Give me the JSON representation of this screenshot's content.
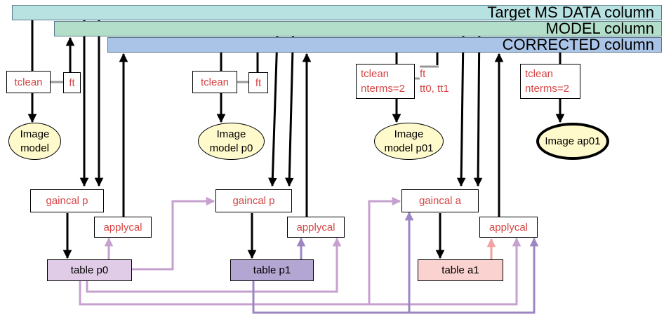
{
  "columns": {
    "target": "Target MS DATA column",
    "model": "MODEL column",
    "corrected": "CORRECTED column"
  },
  "steps": {
    "tclean_1": "tclean",
    "ft_1": "ft",
    "tclean_2": "tclean",
    "ft_2": "ft",
    "tclean_3_line1": "tclean",
    "tclean_3_line2": "nterms=2",
    "ft_3_line1": "ft",
    "ft_3_line2": "tt0, tt1",
    "tclean_4_line1": "tclean",
    "tclean_4_line2": "nterms=2",
    "gaincal_p_1": "gaincal p",
    "gaincal_p_2": "gaincal p",
    "gaincal_a": "gaincal a",
    "applycal_1": "applycal",
    "applycal_2": "applycal",
    "applycal_3": "applycal"
  },
  "images": {
    "model_line1": "Image",
    "model_line2": "model",
    "model_p0_line1": "Image",
    "model_p0_line2": "model p0",
    "model_p01_line1": "Image",
    "model_p01_line2": "model p01",
    "ap01": "Image ap01"
  },
  "tables": {
    "p0": "table p0",
    "p1": "table p1",
    "a1": "table a1"
  },
  "colors": {
    "target_bar": "#b8e2e2",
    "model_bar": "#b3dfca",
    "corrected_bar": "#aac4e8",
    "table_p0_fill": "#e0cce6",
    "table_p1_fill": "#b4a6d2",
    "table_a1_fill": "#fad2cf",
    "link_light": "#c6a0cf",
    "link_dark": "#9d87c3",
    "link_pink": "#f1a1a1",
    "label_red": "#d64545",
    "ellipse_fill": "#fffacc"
  }
}
